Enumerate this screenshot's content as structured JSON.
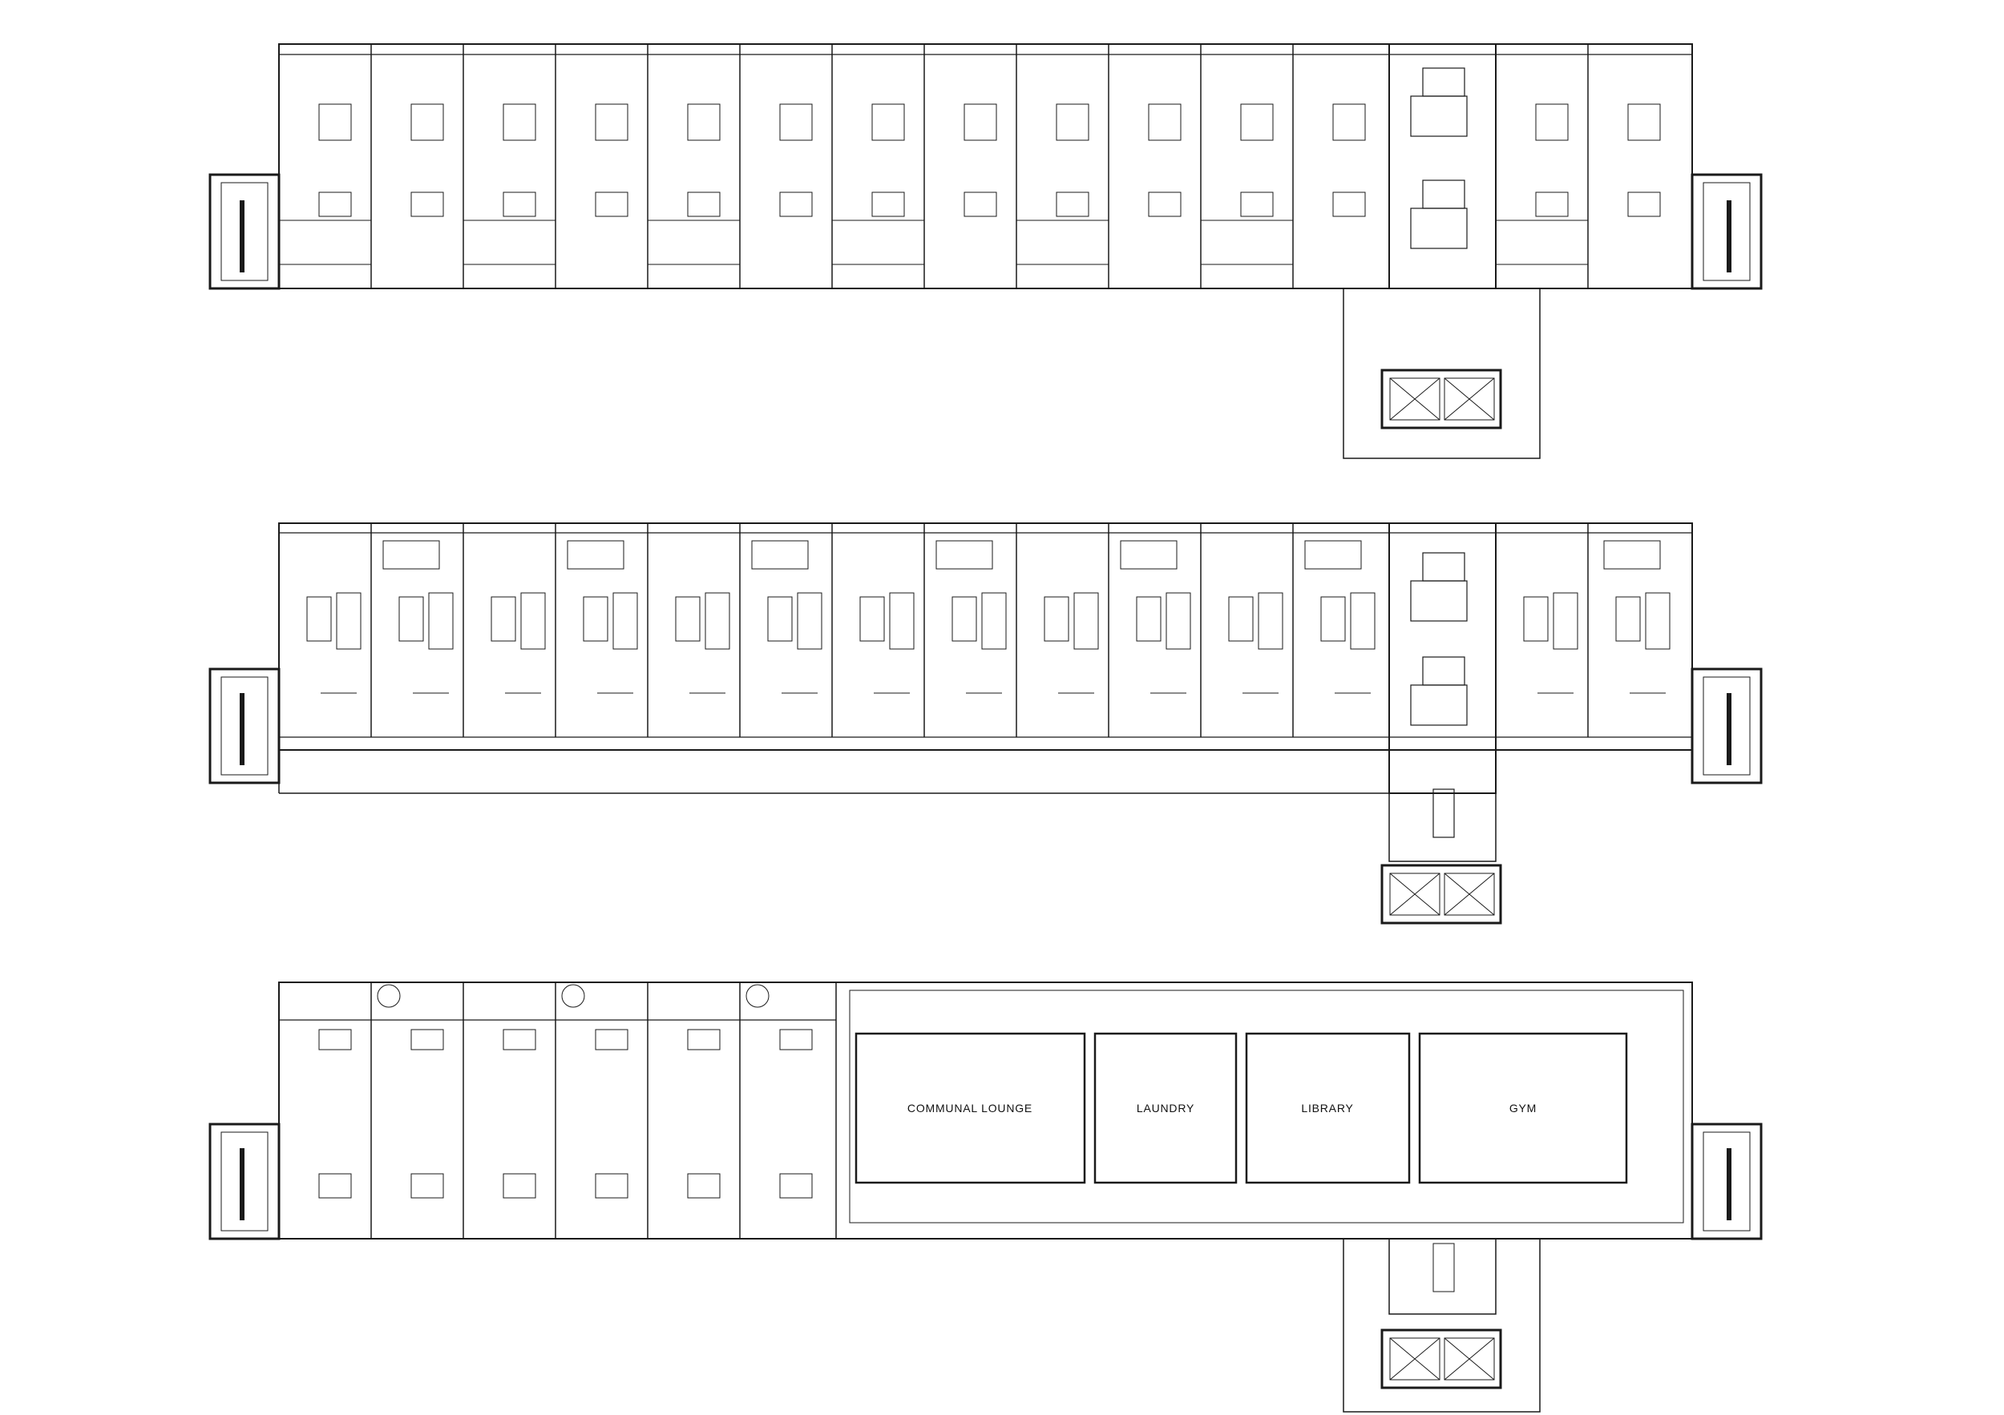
{
  "rooms": {
    "lounge": "COMMUNAL LOUNGE",
    "laundry": "LAUNDRY",
    "library": "LIBRARY",
    "gym": "GYM"
  },
  "colors": {
    "line": "#1a1a1a",
    "background": "#ffffff"
  }
}
